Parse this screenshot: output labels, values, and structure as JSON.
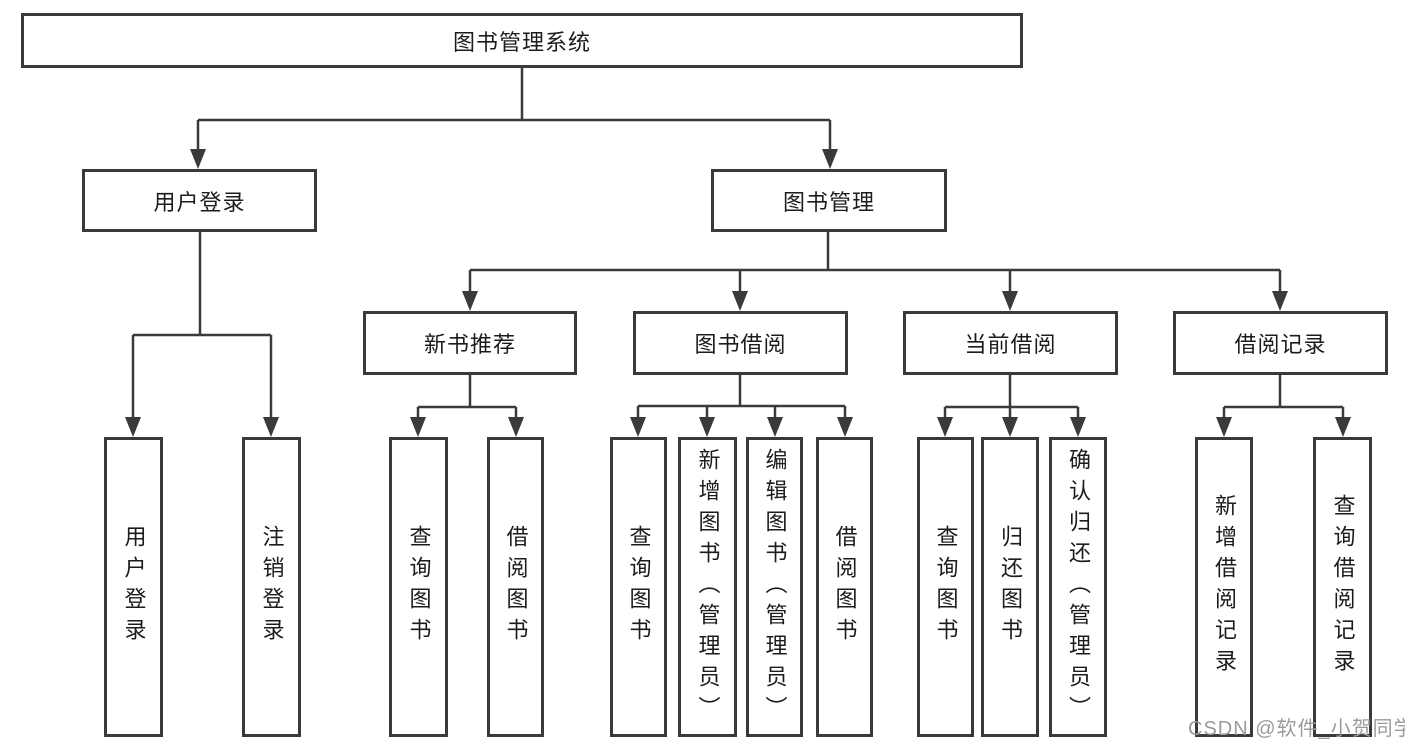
{
  "diagram_title": "图书管理系统",
  "tree": {
    "root": {
      "label": "图书管理系统"
    },
    "level2": {
      "user_login": {
        "label": "用户登录"
      },
      "book_mgmt": {
        "label": "图书管理"
      }
    },
    "level3": {
      "new_book": {
        "label": "新书推荐"
      },
      "book_borrow": {
        "label": "图书借阅"
      },
      "current_borrow": {
        "label": "当前借阅"
      },
      "borrow_record": {
        "label": "借阅记录"
      }
    },
    "leaves": {
      "user_login": {
        "label": "用户登录"
      },
      "logout": {
        "label": "注销登录"
      },
      "query_books_a": {
        "label": "查询图书"
      },
      "borrow_books_a": {
        "label": "借阅图书"
      },
      "query_books_b": {
        "label": "查询图书"
      },
      "add_books": {
        "label": "新增图书（管理员）"
      },
      "edit_books": {
        "label": "编辑图书（管理员）"
      },
      "borrow_books_b": {
        "label": "借阅图书"
      },
      "query_books_c": {
        "label": "查询图书"
      },
      "return_books": {
        "label": "归还图书"
      },
      "confirm_return": {
        "label": "确认归还（管理员）"
      },
      "add_borrow_record": {
        "label": "新增借阅记录"
      },
      "query_borrow_record": {
        "label": "查询借阅记录"
      }
    }
  },
  "watermark": "CSDN @软件_小贺同学",
  "colors": {
    "line": "#3a3a3a",
    "text": "#1c1c1c",
    "box_fill": "#ffffff",
    "watermark": "#9b9b9b"
  }
}
